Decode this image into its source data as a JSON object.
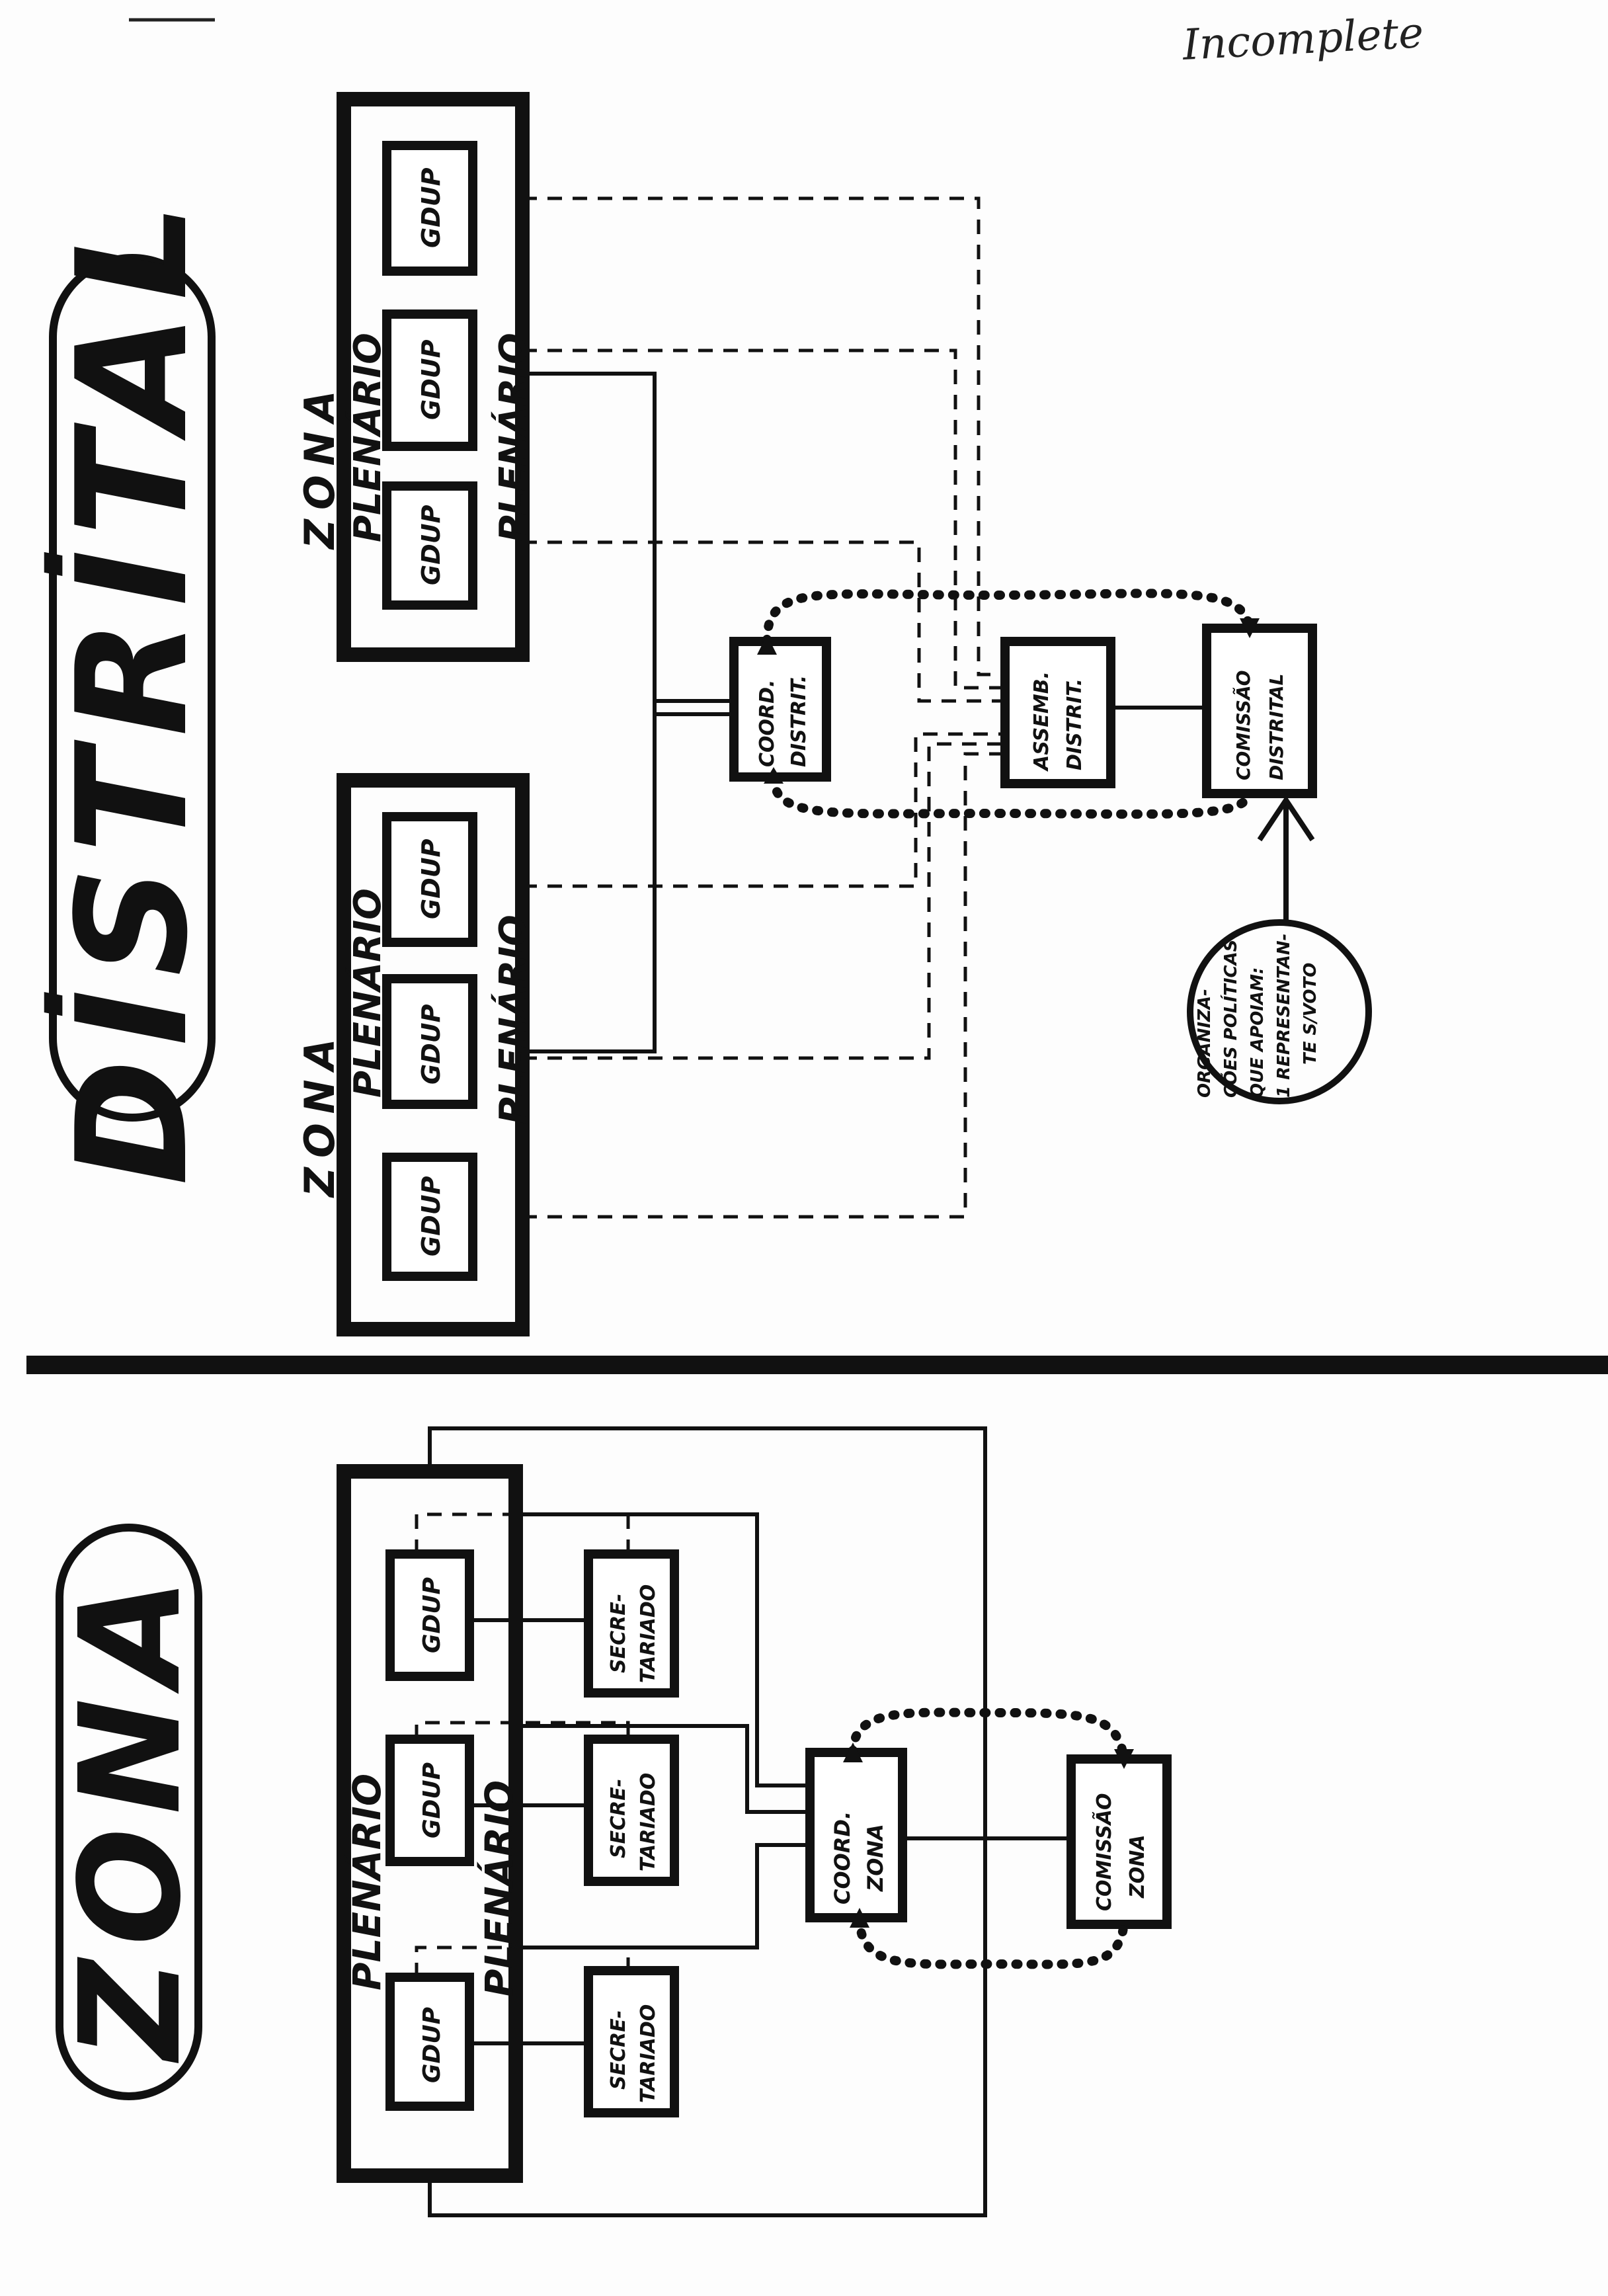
{
  "corner_note": "Incomplete",
  "distrital": {
    "title": "DİSTRİTAL",
    "zone_label": "ZONA",
    "plenario_label": "PLENÁRIO",
    "gdup_label": "GDUP",
    "coord_label": [
      "COORD.",
      "DISTRIT."
    ],
    "assemb_label": [
      "ASSEMB.",
      "DISTRIT."
    ],
    "comissao_label": [
      "COMISSÃO",
      "DISTRITAL"
    ],
    "org_note": [
      "ORGANIZA-",
      "ÇÕES POLÍTICAS",
      "QUE APOIAM:",
      "1 REPRESENTAN-",
      "TE S/VOTO"
    ]
  },
  "zona": {
    "title": "ZONA",
    "plenario_label": "PLENÁRIO",
    "gdup_label": "GDUP",
    "secretariado_label": [
      "SECRE-",
      "TARIADO"
    ],
    "coord_label": [
      "COORD.",
      "ZONA"
    ],
    "comissao_label": [
      "COMISSÃO",
      "ZONA"
    ]
  }
}
